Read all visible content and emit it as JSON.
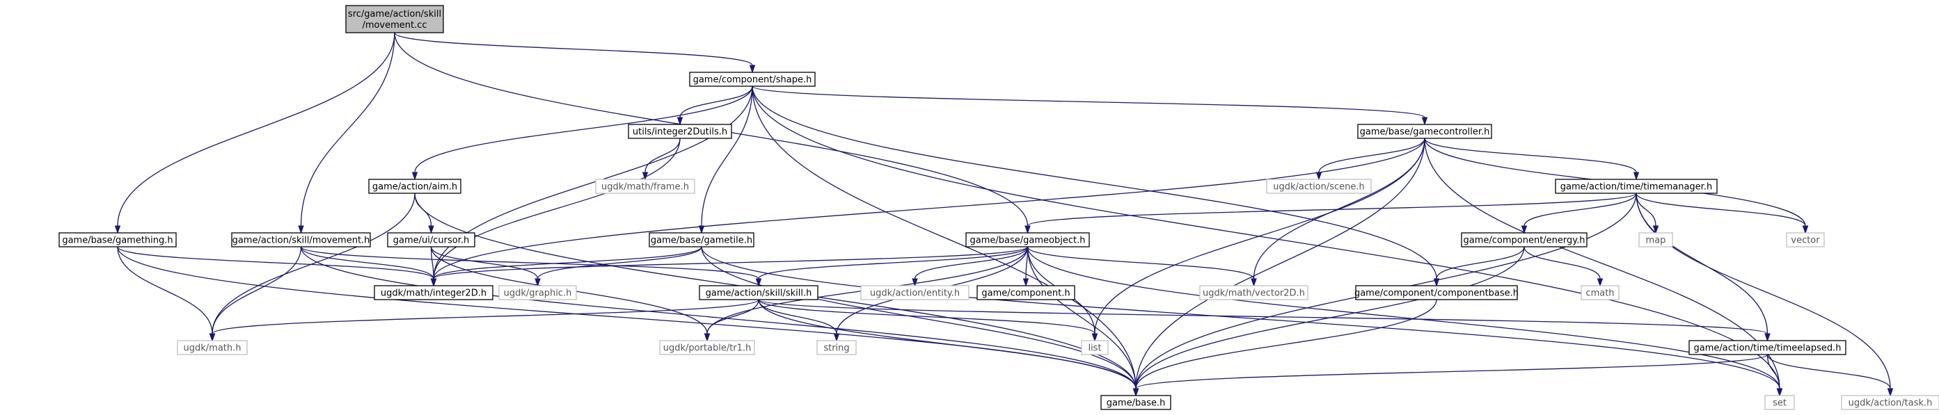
{
  "graph": {
    "nodes": [
      {
        "id": "root",
        "lines": [
          "src/game/action/skill",
          "/movement.cc"
        ],
        "kind": "root"
      },
      {
        "id": "shape",
        "lines": [
          "game/component/shape.h"
        ],
        "kind": "doc"
      },
      {
        "id": "integer2dutils",
        "lines": [
          "utils/integer2Dutils.h"
        ],
        "kind": "doc"
      },
      {
        "id": "gamecontroller",
        "lines": [
          "game/base/gamecontroller.h"
        ],
        "kind": "doc"
      },
      {
        "id": "aim",
        "lines": [
          "game/action/aim.h"
        ],
        "kind": "doc"
      },
      {
        "id": "frame",
        "lines": [
          "ugdk/math/frame.h"
        ],
        "kind": "ext"
      },
      {
        "id": "scene",
        "lines": [
          "ugdk/action/scene.h"
        ],
        "kind": "ext"
      },
      {
        "id": "timemanager",
        "lines": [
          "game/action/time/timemanager.h"
        ],
        "kind": "doc"
      },
      {
        "id": "gamething",
        "lines": [
          "game/base/gamething.h"
        ],
        "kind": "doc"
      },
      {
        "id": "movementh",
        "lines": [
          "game/action/skill/movement.h"
        ],
        "kind": "doc"
      },
      {
        "id": "cursor",
        "lines": [
          "game/ui/cursor.h"
        ],
        "kind": "doc"
      },
      {
        "id": "gametile",
        "lines": [
          "game/base/gametile.h"
        ],
        "kind": "doc"
      },
      {
        "id": "gameobject",
        "lines": [
          "game/base/gameobject.h"
        ],
        "kind": "doc"
      },
      {
        "id": "energy",
        "lines": [
          "game/component/energy.h"
        ],
        "kind": "doc"
      },
      {
        "id": "map",
        "lines": [
          "map"
        ],
        "kind": "ext"
      },
      {
        "id": "vector",
        "lines": [
          "vector"
        ],
        "kind": "ext"
      },
      {
        "id": "integer2d",
        "lines": [
          "ugdk/math/integer2D.h"
        ],
        "kind": "doc"
      },
      {
        "id": "graphic",
        "lines": [
          "ugdk/graphic.h"
        ],
        "kind": "ext"
      },
      {
        "id": "skill",
        "lines": [
          "game/action/skill/skill.h"
        ],
        "kind": "doc"
      },
      {
        "id": "entity",
        "lines": [
          "ugdk/action/entity.h"
        ],
        "kind": "ext"
      },
      {
        "id": "component",
        "lines": [
          "game/component.h"
        ],
        "kind": "doc"
      },
      {
        "id": "vector2d",
        "lines": [
          "ugdk/math/vector2D.h"
        ],
        "kind": "ext"
      },
      {
        "id": "componentbase",
        "lines": [
          "game/component/componentbase.h"
        ],
        "kind": "doc"
      },
      {
        "id": "cmath",
        "lines": [
          "cmath"
        ],
        "kind": "ext"
      },
      {
        "id": "math",
        "lines": [
          "ugdk/math.h"
        ],
        "kind": "ext"
      },
      {
        "id": "tr1",
        "lines": [
          "ugdk/portable/tr1.h"
        ],
        "kind": "ext"
      },
      {
        "id": "string",
        "lines": [
          "string"
        ],
        "kind": "ext"
      },
      {
        "id": "list",
        "lines": [
          "list"
        ],
        "kind": "ext"
      },
      {
        "id": "timeelapsed",
        "lines": [
          "game/action/time/timeelapsed.h"
        ],
        "kind": "doc"
      },
      {
        "id": "base",
        "lines": [
          "game/base.h"
        ],
        "kind": "doc"
      },
      {
        "id": "set",
        "lines": [
          "set"
        ],
        "kind": "ext"
      },
      {
        "id": "task",
        "lines": [
          "ugdk/action/task.h"
        ],
        "kind": "ext"
      }
    ],
    "edges": [
      [
        "root",
        "shape"
      ],
      [
        "root",
        "gamething"
      ],
      [
        "root",
        "movementh"
      ],
      [
        "root",
        "gameobject"
      ],
      [
        "shape",
        "integer2dutils"
      ],
      [
        "shape",
        "gamecontroller"
      ],
      [
        "shape",
        "aim"
      ],
      [
        "shape",
        "gametile"
      ],
      [
        "shape",
        "integer2d"
      ],
      [
        "shape",
        "componentbase"
      ],
      [
        "shape",
        "base"
      ],
      [
        "shape",
        "set"
      ],
      [
        "integer2dutils",
        "frame"
      ],
      [
        "integer2dutils",
        "integer2d"
      ],
      [
        "gamecontroller",
        "scene"
      ],
      [
        "gamecontroller",
        "timemanager"
      ],
      [
        "gamecontroller",
        "integer2d"
      ],
      [
        "gamecontroller",
        "vector2d"
      ],
      [
        "gamecontroller",
        "list"
      ],
      [
        "gamecontroller",
        "vector"
      ],
      [
        "gamecontroller",
        "base"
      ],
      [
        "gamecontroller",
        "set"
      ],
      [
        "aim",
        "cursor"
      ],
      [
        "aim",
        "math"
      ],
      [
        "aim",
        "base"
      ],
      [
        "timemanager",
        "gameobject"
      ],
      [
        "timemanager",
        "energy"
      ],
      [
        "timemanager",
        "map"
      ],
      [
        "timemanager",
        "vector"
      ],
      [
        "timemanager",
        "timeelapsed"
      ],
      [
        "timemanager",
        "task"
      ],
      [
        "timemanager",
        "base"
      ],
      [
        "gamething",
        "integer2d"
      ],
      [
        "gamething",
        "math"
      ],
      [
        "gamething",
        "base"
      ],
      [
        "movementh",
        "integer2d"
      ],
      [
        "movementh",
        "math"
      ],
      [
        "movementh",
        "skill"
      ],
      [
        "movementh",
        "base"
      ],
      [
        "cursor",
        "integer2d"
      ],
      [
        "cursor",
        "graphic"
      ],
      [
        "cursor",
        "tr1"
      ],
      [
        "gametile",
        "integer2d"
      ],
      [
        "gametile",
        "graphic"
      ],
      [
        "gametile",
        "base"
      ],
      [
        "gametile",
        "set"
      ],
      [
        "gameobject",
        "integer2d"
      ],
      [
        "gameobject",
        "skill"
      ],
      [
        "gameobject",
        "entity"
      ],
      [
        "gameobject",
        "component"
      ],
      [
        "gameobject",
        "vector2d"
      ],
      [
        "gameobject",
        "tr1"
      ],
      [
        "gameobject",
        "string"
      ],
      [
        "gameobject",
        "list"
      ],
      [
        "gameobject",
        "base"
      ],
      [
        "gameobject",
        "set"
      ],
      [
        "energy",
        "componentbase"
      ],
      [
        "energy",
        "cmath"
      ],
      [
        "energy",
        "base"
      ],
      [
        "skill",
        "math"
      ],
      [
        "skill",
        "tr1"
      ],
      [
        "skill",
        "string"
      ],
      [
        "skill",
        "list"
      ],
      [
        "skill",
        "timeelapsed"
      ],
      [
        "skill",
        "base"
      ],
      [
        "componentbase",
        "base"
      ],
      [
        "timeelapsed",
        "base"
      ],
      [
        "timeelapsed",
        "set"
      ],
      [
        "timeelapsed",
        "task"
      ]
    ]
  }
}
